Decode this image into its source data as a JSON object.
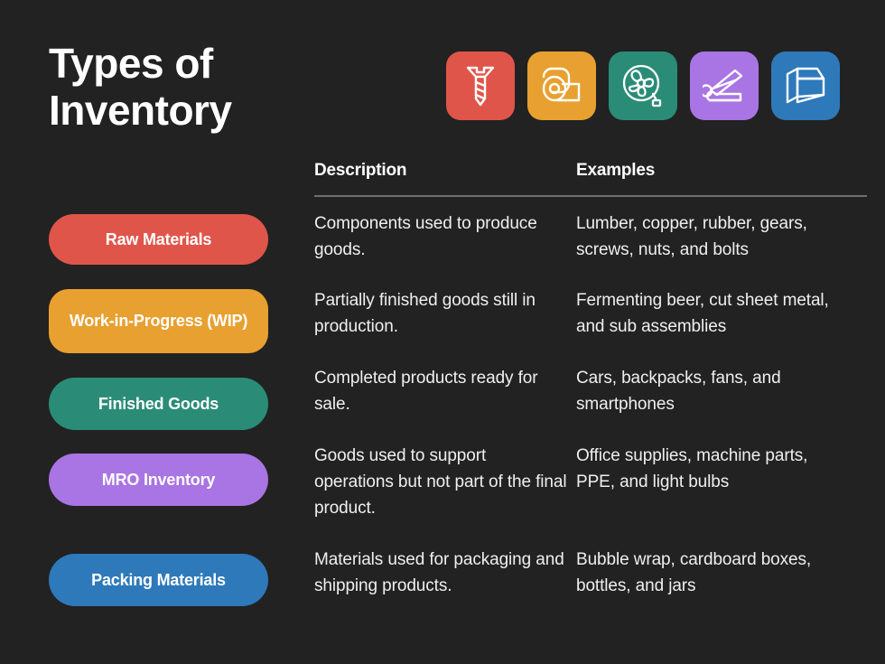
{
  "title": {
    "line1": "Types of",
    "line2": "Inventory"
  },
  "colors": {
    "background": "#222222",
    "red": "#E0554A",
    "orange": "#E8A030",
    "teal": "#2A8C76",
    "purple": "#A974E3",
    "blue": "#2E79BA",
    "divider": "#6E6E6E",
    "heading_text": "#FFFFFF",
    "body_text": "#EFEFEF"
  },
  "icons": [
    {
      "name": "screw-icon",
      "color_key": "red",
      "color": "#E0554A"
    },
    {
      "name": "tape-roll-icon",
      "color_key": "orange",
      "color": "#E8A030"
    },
    {
      "name": "fan-icon",
      "color_key": "teal",
      "color": "#2A8C76"
    },
    {
      "name": "stapler-icon",
      "color_key": "purple",
      "color": "#A974E3"
    },
    {
      "name": "open-box-icon",
      "color_key": "blue",
      "color": "#2E79BA"
    }
  ],
  "table": {
    "headers": {
      "description": "Description",
      "examples": "Examples"
    },
    "rows": [
      {
        "label": "Raw Materials",
        "color": "#E0554A",
        "description": "Components used to produce goods.",
        "examples": "Lumber, copper, rubber, gears, screws, nuts, and bolts"
      },
      {
        "label": "Work-in-Progress (WIP)",
        "color": "#E8A030",
        "description": "Partially finished goods still in production.",
        "examples": "Fermenting beer, cut sheet metal, and sub assemblies"
      },
      {
        "label": "Finished Goods",
        "color": "#2A8C76",
        "description": "Completed products ready for sale.",
        "examples": "Cars, backpacks, fans, and smartphones"
      },
      {
        "label": "MRO Inventory",
        "color": "#A974E3",
        "description": "Goods used to support operations but not part of the final product.",
        "examples": "Office supplies, machine parts, PPE, and light bulbs"
      },
      {
        "label": "Packing Materials",
        "color": "#2E79BA",
        "description": "Materials used for packaging and shipping products.",
        "examples": "Bubble wrap, cardboard boxes, bottles, and jars"
      }
    ]
  }
}
